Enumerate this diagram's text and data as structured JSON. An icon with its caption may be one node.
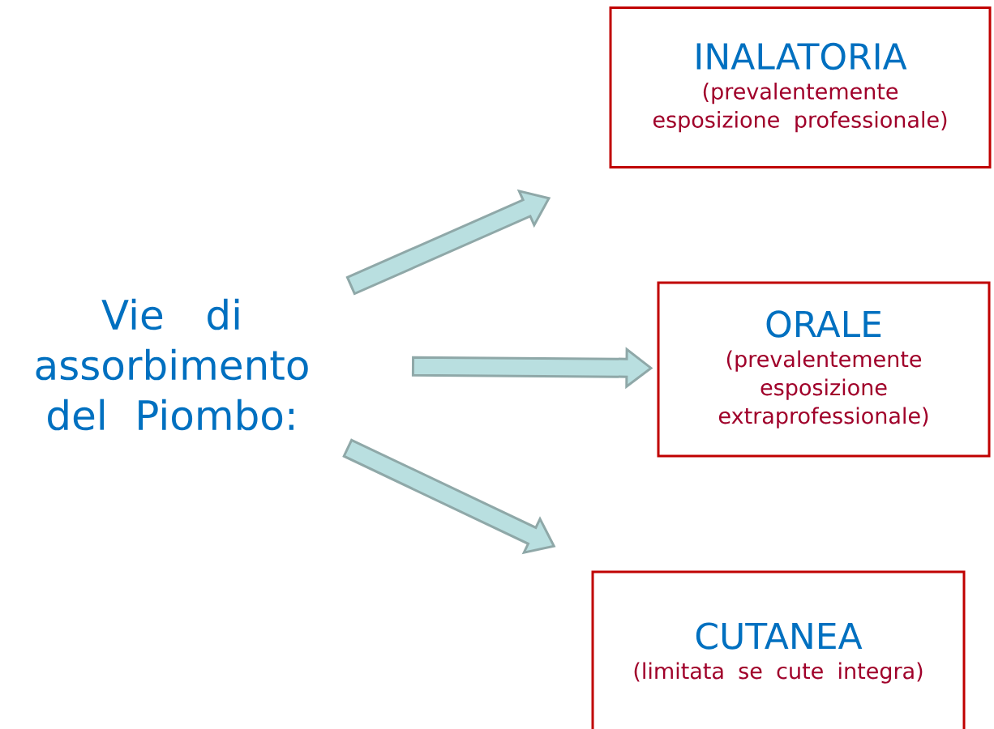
{
  "diagram": {
    "nodes": [
      {
        "text": [
          "Vie di assorbimento del Piombo:"
        ]
      },
      {
        "text": [
          "INALATORIA",
          "(prevalentemente esposizione professionale)"
        ]
      },
      {
        "text": [
          "ORALE",
          "(prevalentemente esposizione extraprofessionale)"
        ]
      },
      {
        "text": [
          "CUTANEA",
          "(limitata se cute integra)"
        ]
      }
    ],
    "edges": [
      {
        "from": 0,
        "to": 1,
        "arrow": "to"
      },
      {
        "from": 0,
        "to": 2,
        "arrow": "to"
      },
      {
        "from": 0,
        "to": 3,
        "arrow": "to"
      }
    ]
  }
}
